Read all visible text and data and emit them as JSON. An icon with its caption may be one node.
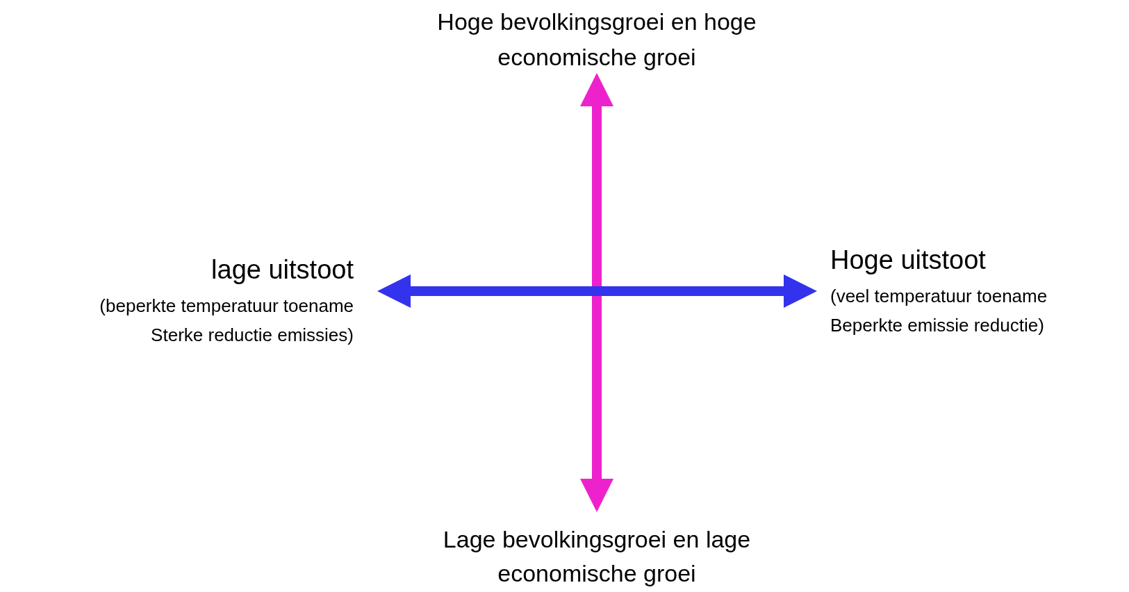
{
  "diagram": {
    "labels": [
      "Hoge bevolkingsgroei en hoge economische groei",
      "lage uitstoot",
      "(beperkte temperatuur toename Sterke reductie emissies)",
      "Hoge uitstoot",
      "(veel temperatuur toename Beperkte emissie reductie)",
      "Lage bevolkingsgroei en lage economische groei"
    ]
  }
}
